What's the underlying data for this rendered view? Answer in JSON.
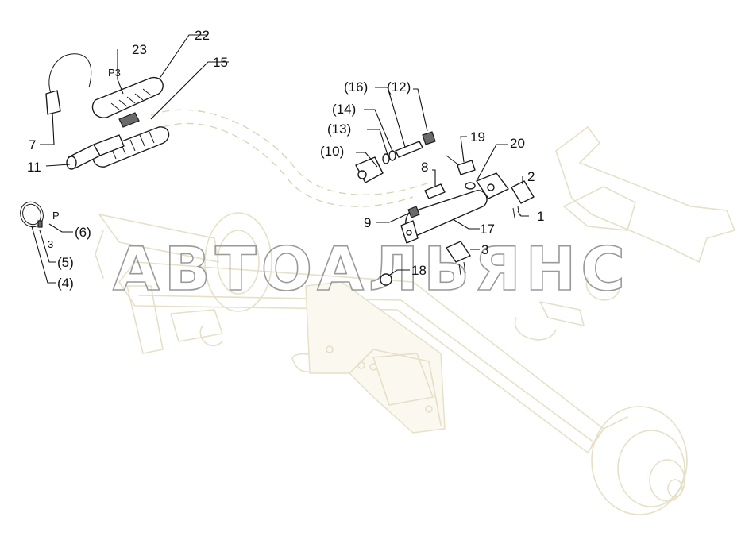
{
  "watermark": "АВТОАЛЬЯНС",
  "callouts": {
    "c1": "1",
    "c2": "2",
    "c3a": "3",
    "c3b": "3",
    "c4": "(4)",
    "c5": "(5)",
    "c6": "(6)",
    "c7": "7",
    "c8": "8",
    "c9": "9",
    "c10": "(10)",
    "c11": "11",
    "c12": "(12)",
    "c13": "(13)",
    "c14": "(14)",
    "c15": "15",
    "c16": "(16)",
    "c17": "17",
    "c18": "18",
    "c19": "19",
    "c20": "20",
    "c22": "22",
    "c23": "23",
    "p3": "P3",
    "p": "P"
  }
}
